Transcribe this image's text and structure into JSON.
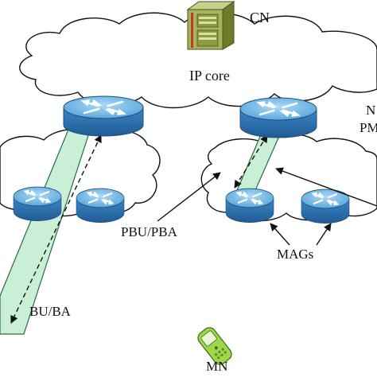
{
  "labels": {
    "cn": "CN",
    "ip_core": "IP core",
    "pbu_pba": "PBU/PBA",
    "mags": "MAGs",
    "bu_ba": "BU/BA",
    "mn": "MN",
    "right_edge_1": "N",
    "right_edge_2": "PM"
  },
  "colors": {
    "router_body": "#3f89c8",
    "router_top": "#7fc0ea",
    "router_rim": "#2b6fa8",
    "tunnel_fill": "#c9f0d6",
    "tunnel_stroke": "#2b6a4a",
    "cloud_stroke": "#111111",
    "server_body": "#9aa84e",
    "phone_body": "#9ed84a"
  },
  "icons": [
    "server-icon",
    "router-icon",
    "mobile-phone-icon",
    "cloud-icon"
  ]
}
